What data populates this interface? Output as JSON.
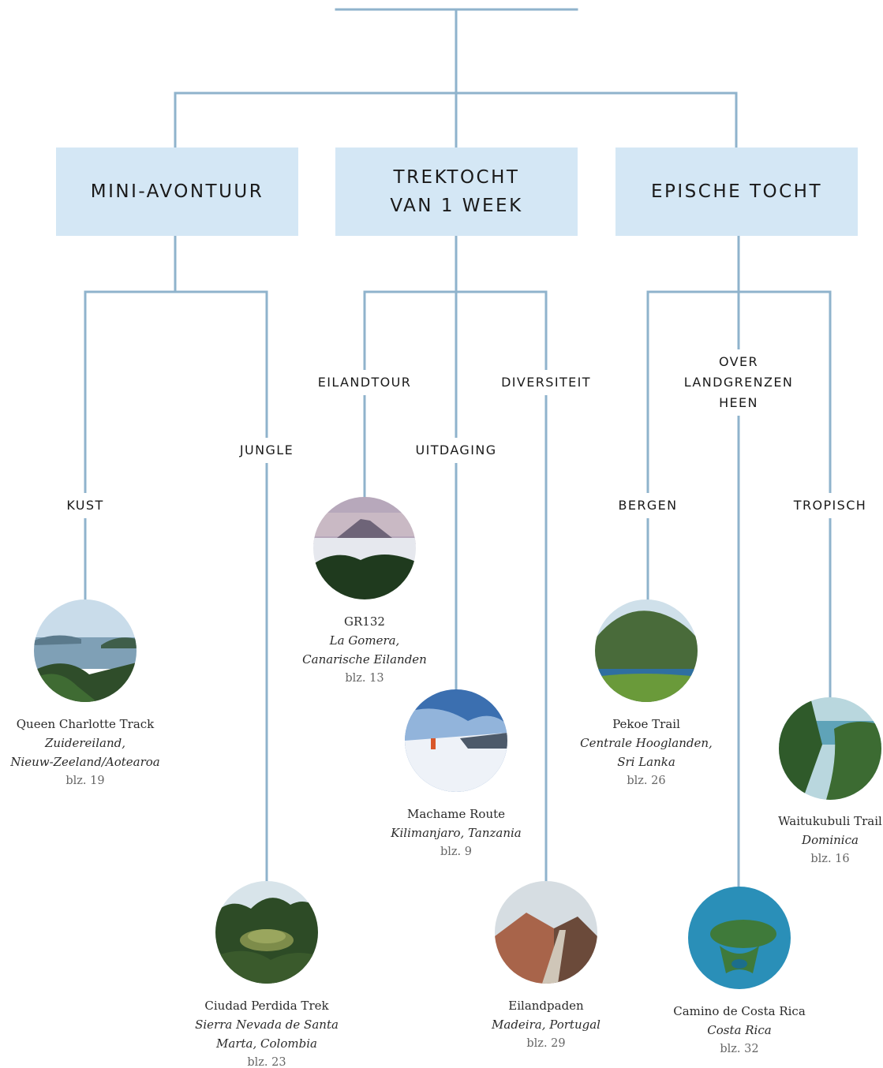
{
  "colors": {
    "line": "#8fb3cc",
    "box": "#d4e7f5"
  },
  "categories": [
    {
      "label": "MINI-AVONTUUR"
    },
    {
      "label": "TREKTOCHT\nVAN 1 WEEK"
    },
    {
      "label": "EPISCHE TOCHT"
    }
  ],
  "subcategories": {
    "kust": "KUST",
    "jungle": "JUNGLE",
    "eilandtour": "EILANDTOUR",
    "uitdaging": "UITDAGING",
    "diversiteit": "DIVERSITEIT",
    "over_landgrenzen": "OVER\nLANDGRENZEN HEEN",
    "bergen": "BERGEN",
    "tropisch": "TROPISCH"
  },
  "trails": {
    "queen_charlotte": {
      "name": "Queen Charlotte Track",
      "location": "Zuidereiland,\nNieuw-Zeeland/Aotearoa",
      "page": "blz. 19"
    },
    "ciudad_perdida": {
      "name": "Ciudad Perdida Trek",
      "location": "Sierra Nevada de Santa\nMarta, Colombia",
      "page": "blz. 23"
    },
    "gr132": {
      "name": "GR132",
      "location": "La Gomera,\nCanarische Eilanden",
      "page": "blz. 13"
    },
    "machame": {
      "name": "Machame Route",
      "location": "Kilimanjaro, Tanzania",
      "page": "blz. 9"
    },
    "eilandpaden": {
      "name": "Eilandpaden",
      "location": "Madeira, Portugal",
      "page": "blz. 29"
    },
    "pekoe": {
      "name": "Pekoe Trail",
      "location": "Centrale Hooglanden,\nSri Lanka",
      "page": "blz. 26"
    },
    "camino": {
      "name": "Camino de Costa Rica",
      "location": "Costa Rica",
      "page": "blz. 32"
    },
    "waitukubuli": {
      "name": "Waitukubuli Trail",
      "location": "Dominica",
      "page": "blz. 16"
    }
  }
}
